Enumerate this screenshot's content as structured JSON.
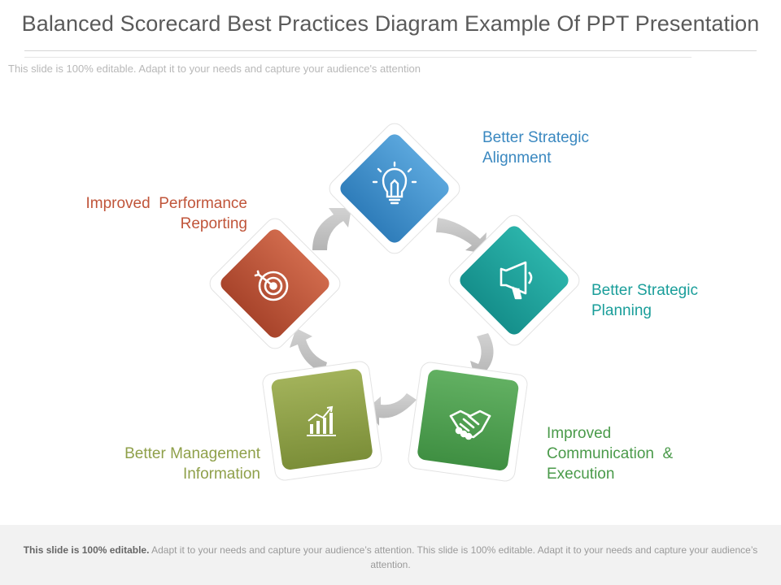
{
  "slide": {
    "title": "Balanced Scorecard Best Practices Diagram Example Of PPT Presentation",
    "subtitle": "This slide is 100% editable. Adapt it to your needs and capture your audience's attention"
  },
  "items": [
    {
      "label": "Better Strategic Alignment",
      "line1": "Better Strategic",
      "line2": "Alignment",
      "color": "#3a88c0",
      "icon": "lightbulb-icon"
    },
    {
      "label": "Better Strategic Planning",
      "line1": "Better Strategic",
      "line2": "Planning",
      "color": "#1a9e9a",
      "icon": "megaphone-icon"
    },
    {
      "label": "Improved Communication & Execution",
      "line1": "Improved",
      "line2": "Communication  &",
      "line3": "Execution",
      "color": "#4a9a4a",
      "icon": "handshake-icon"
    },
    {
      "label": "Better Management Information",
      "line1": "Better Management",
      "line2": "Information",
      "color": "#8fa04a",
      "icon": "bar-chart-icon"
    },
    {
      "label": "Improved Performance Reporting",
      "line1": "Improved  Performance",
      "line2": "Reporting",
      "color": "#c0553a",
      "icon": "target-icon"
    }
  ],
  "footer": {
    "bold": "This slide is 100% editable.",
    "text": " Adapt it to your needs and capture your audience’s attention. This slide is 100% editable. Adapt it to your needs and capture your audience’s attention."
  }
}
